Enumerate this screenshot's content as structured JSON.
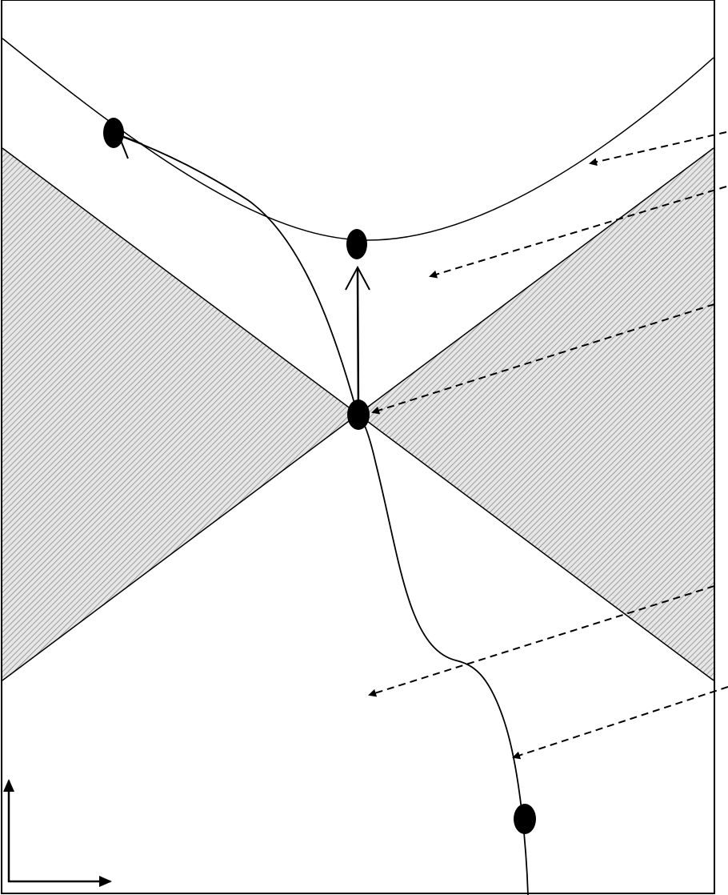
{
  "colors": {
    "ink": "#000000",
    "hatch": "#9a9a9a",
    "background": "#ffffff"
  },
  "icons": [
    "event-dot",
    "arrow-head",
    "dashed-arrow",
    "axis-arrow"
  ]
}
